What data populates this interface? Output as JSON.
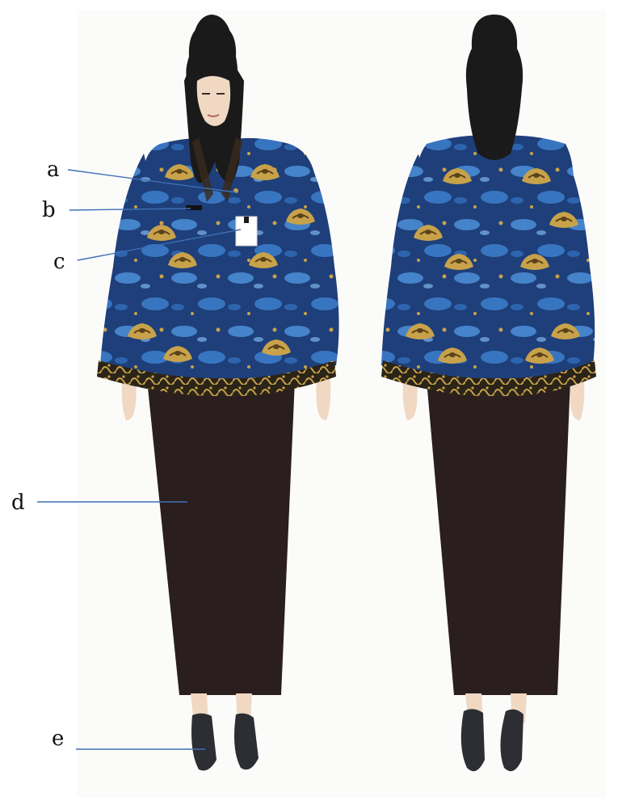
{
  "labels": {
    "a": "a",
    "b": "b",
    "c": "c",
    "d": "d",
    "e": "e"
  },
  "colors": {
    "jacket_base": "#1e3f7a",
    "jacket_pattern": "#4d8fd8",
    "jacket_motif_gold": "#c8a24a",
    "hem_trim": "#2b2418",
    "skirt": "#2a1f1e",
    "hijab": "#1b1a1a",
    "skin": "#f0d8c3",
    "shoes": "#2c2e33",
    "leader_line": "#3f6fb6",
    "name_tag": "#ffffff"
  },
  "figures": [
    "front-view",
    "back-view"
  ]
}
